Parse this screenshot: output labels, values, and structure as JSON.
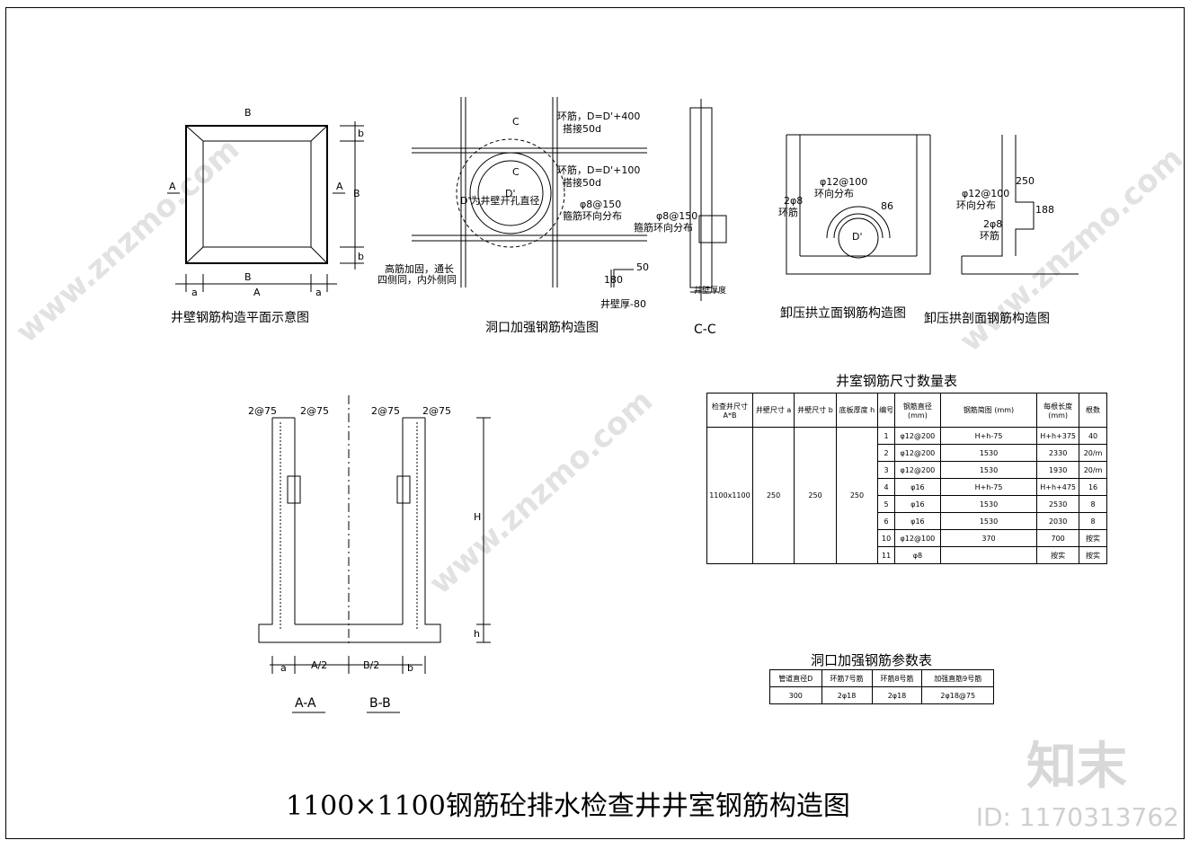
{
  "title": "1100×1100钢筋砼排水检查井井室钢筋构造图",
  "watermark": {
    "brand": "知末",
    "id": "ID: 1170313762",
    "site": "www.znzmo.com"
  },
  "drawings": {
    "plan": {
      "caption": "井壁钢筋构造平面示意图",
      "dim_a": "a",
      "dim_A": "A",
      "dim_b": "b",
      "dim_B": "B",
      "sec_A": "A",
      "sec_B": "B"
    },
    "opening": {
      "caption": "洞口加强钢筋构造图",
      "ring1": "环筋，D=D'+400",
      "lap1": "搭接50d",
      "ring2": "环筋，D=D'+100",
      "lap2": "搭接50d",
      "dprime": "D'为井壁开孔直径",
      "stir1": "φ8@150",
      "stir1b": "箍筋环向分布",
      "stir2": "φ8@150",
      "stir2b": "箍筋环向分布",
      "note1": "高筋加固，通长",
      "note2": "四侧同，内外侧同",
      "wall": "井壁厚-80",
      "d50": "50",
      "d180": "180",
      "secC": "C",
      "D": "D'"
    },
    "cc": {
      "caption": "C-C",
      "base": "井壁厚度"
    },
    "arch_elev": {
      "caption": "卸压拱立面钢筋构造图",
      "r1": "φ12@100",
      "r1b": "环向分布",
      "r2": "2φ8",
      "r2b": "环筋",
      "d86": "86",
      "D": "D'"
    },
    "arch_sec": {
      "caption": "卸压拱剖面钢筋构造图",
      "r1": "φ12@100",
      "r1b": "环向分布",
      "r2": "2φ8",
      "r2b": "环筋",
      "d250": "250",
      "d188": "188"
    },
    "section": {
      "captionA": "A-A",
      "captionB": "B-B",
      "top1": "2@75",
      "top2": "2@75",
      "H": "H",
      "h": "h",
      "a": "a",
      "A2": "A/2",
      "B2": "B/2",
      "b": "b"
    }
  },
  "table1": {
    "title": "井室钢筋尺寸数量表",
    "headers": [
      "检查井尺寸 A*B",
      "井壁尺寸 a",
      "井壁尺寸 b",
      "底板厚度 h",
      "编号",
      "钢筋直径 (mm)",
      "钢筋简图 (mm)",
      "每根长度 (mm)",
      "根数"
    ],
    "group": {
      "size": "1100x1100",
      "a": "250",
      "b": "250",
      "h": "250"
    },
    "rows": [
      {
        "no": "1",
        "dia": "φ12@200",
        "shape": "H+h-75",
        "len": "H+h+375",
        "count": "40"
      },
      {
        "no": "2",
        "dia": "φ12@200",
        "shape": "1530",
        "len": "2330",
        "count": "20/m"
      },
      {
        "no": "3",
        "dia": "φ12@200",
        "shape": "1530",
        "len": "1930",
        "count": "20/m"
      },
      {
        "no": "4",
        "dia": "φ16",
        "shape": "H+h-75",
        "len": "H+h+475",
        "count": "16"
      },
      {
        "no": "5",
        "dia": "φ16",
        "shape": "1530",
        "len": "2530",
        "count": "8"
      },
      {
        "no": "6",
        "dia": "φ16",
        "shape": "1530",
        "len": "2030",
        "count": "8"
      },
      {
        "no": "10",
        "dia": "φ12@100",
        "shape": "370",
        "len": "700",
        "count": "按实"
      },
      {
        "no": "11",
        "dia": "φ8",
        "shape": "",
        "len": "按实",
        "count": "按实"
      }
    ]
  },
  "table2": {
    "title": "洞口加强钢筋参数表",
    "headers": [
      "管道直径D",
      "环筋7号筋",
      "环筋8号筋",
      "加强直筋9号筋"
    ],
    "row": [
      "300",
      "2φ18",
      "2φ18",
      "2φ18@75"
    ]
  }
}
